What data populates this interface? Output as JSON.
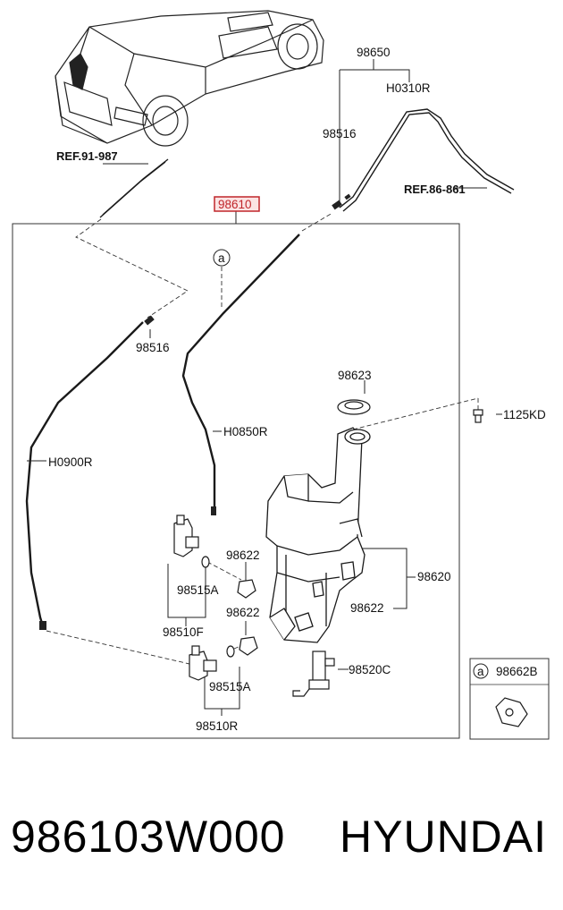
{
  "diagram": {
    "ref_left": "REF.91-987",
    "ref_right": "REF.86-861",
    "assembly_code": "98610",
    "top_label": "98650",
    "hose_top": "H0310R",
    "connector_top": "98516",
    "connector_left": "98516",
    "circle_marker": "a",
    "hose_left": "H0900R",
    "hose_mid": "H0850R",
    "cap": "98623",
    "bolt": "1125KD",
    "grommet_upper": "98622",
    "grommet_lower": "98622",
    "grommet_right": "98622",
    "seal_front": "98515A",
    "seal_rear": "98515A",
    "pump_front": "98510F",
    "pump_rear": "98510R",
    "reservoir": "98620",
    "level_sensor": "98520C",
    "inset_marker": "a",
    "inset_part": "98662B",
    "colors": {
      "line": "#1a1a1a",
      "highlight_border": "#c0262b",
      "highlight_fill": "#fbe3e3"
    }
  },
  "footer": {
    "part_number": "986103W000",
    "brand": "HYUNDAI"
  }
}
